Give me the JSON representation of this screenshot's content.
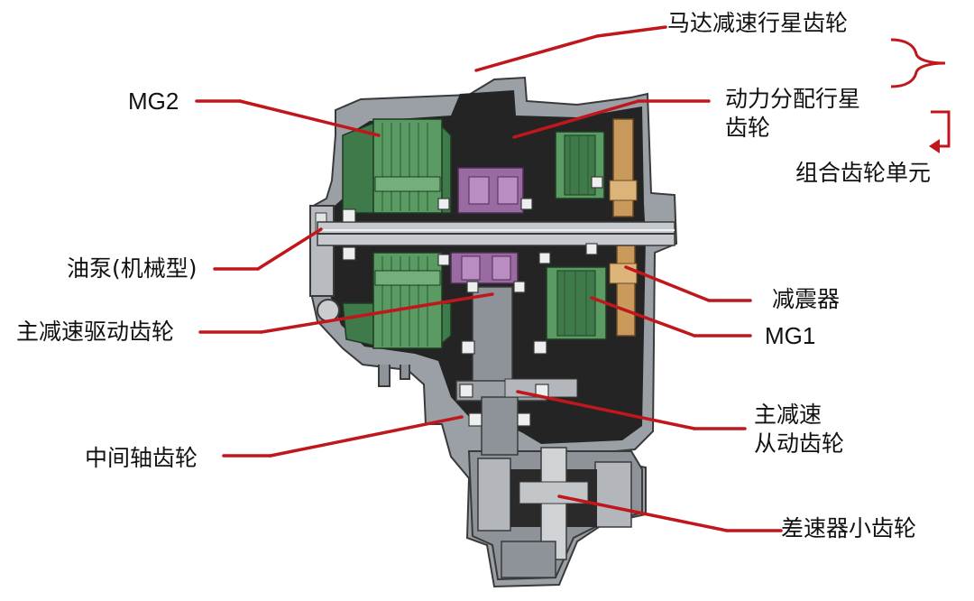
{
  "labels": {
    "motor_reduction_planetary": "马达减速行星齿轮",
    "mg2": "MG2",
    "power_split_planetary_line1": "动力分配行星",
    "power_split_planetary_line2": "齿轮",
    "compound_gear_unit": "组合齿轮单元",
    "oil_pump": "油泵(机械型)",
    "damper": "减震器",
    "final_drive_gear": "主减速驱动齿轮",
    "mg1": "MG1",
    "final_driven_gear_line1": "主减速",
    "final_driven_gear_line2": "从动齿轮",
    "countershaft_gear": "中间轴齿轮",
    "differential_pinion": "差速器小齿轮"
  },
  "colors": {
    "leader_line": "#c0171c",
    "housing": "#2a2a2a",
    "casing_gray": "#9aa0a6",
    "motor_green": "#4e8a58",
    "planetary_purple": "#9a6aa3",
    "damper_tan": "#c99a5c"
  }
}
